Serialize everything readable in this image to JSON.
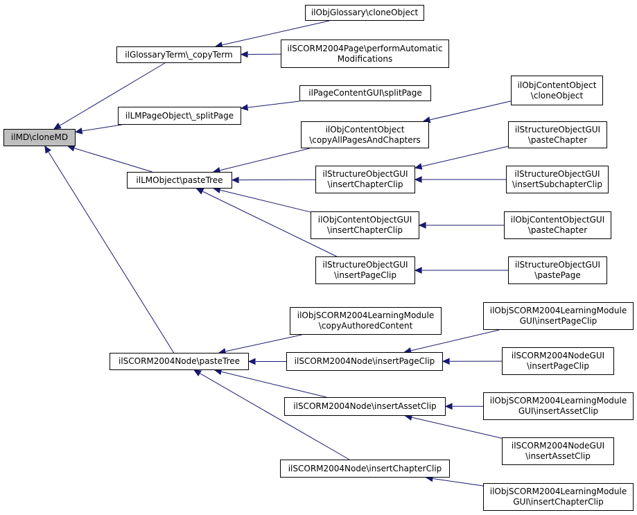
{
  "colors": {
    "edge": "#191970",
    "root_fill": "#bfbfbf",
    "node_border": "#000000"
  },
  "nodes": [
    {
      "id": "n0",
      "lines": [
        "ilMD\\cloneMD"
      ],
      "root": true
    },
    {
      "id": "n1",
      "lines": [
        "ilGlossaryTerm\\_copyTerm"
      ]
    },
    {
      "id": "n2",
      "lines": [
        "ilObjGlossary\\cloneObject"
      ]
    },
    {
      "id": "n3",
      "lines": [
        "ilSCORM2004Page\\performAutomatic",
        "Modifications"
      ]
    },
    {
      "id": "n4",
      "lines": [
        "ilLMPageObject\\_splitPage"
      ]
    },
    {
      "id": "n5",
      "lines": [
        "ilPageContentGUI\\splitPage"
      ]
    },
    {
      "id": "n6",
      "lines": [
        "ilLMObject\\pasteTree"
      ]
    },
    {
      "id": "n7",
      "lines": [
        "ilObjContentObject",
        "\\copyAllPagesAndChapters"
      ]
    },
    {
      "id": "n8",
      "lines": [
        "ilObjContentObject",
        "\\cloneObject"
      ]
    },
    {
      "id": "n9",
      "lines": [
        "ilStructureObjectGUI",
        "\\insertChapterClip"
      ]
    },
    {
      "id": "n10",
      "lines": [
        "ilStructureObjectGUI",
        "\\pasteChapter"
      ]
    },
    {
      "id": "n11",
      "lines": [
        "ilStructureObjectGUI",
        "\\insertSubchapterClip"
      ]
    },
    {
      "id": "n12",
      "lines": [
        "ilObjContentObjectGUI",
        "\\insertChapterClip"
      ]
    },
    {
      "id": "n13",
      "lines": [
        "ilObjContentObjectGUI",
        "\\pasteChapter"
      ]
    },
    {
      "id": "n14",
      "lines": [
        "ilStructureObjectGUI",
        "\\insertPageClip"
      ]
    },
    {
      "id": "n15",
      "lines": [
        "ilStructureObjectGUI",
        "\\pastePage"
      ]
    },
    {
      "id": "n16",
      "lines": [
        "ilSCORM2004Node\\pasteTree"
      ]
    },
    {
      "id": "n17",
      "lines": [
        "ilObjSCORM2004LearningModule",
        "\\copyAuthoredContent"
      ]
    },
    {
      "id": "n18",
      "lines": [
        "ilSCORM2004Node\\insertPageClip"
      ]
    },
    {
      "id": "n19",
      "lines": [
        "ilObjSCORM2004LearningModule",
        "GUI\\insertPageClip"
      ]
    },
    {
      "id": "n20",
      "lines": [
        "ilSCORM2004NodeGUI",
        "\\insertPageClip"
      ]
    },
    {
      "id": "n21",
      "lines": [
        "ilSCORM2004Node\\insertAssetClip"
      ]
    },
    {
      "id": "n22",
      "lines": [
        "ilObjSCORM2004LearningModule",
        "GUI\\insertAssetClip"
      ]
    },
    {
      "id": "n23",
      "lines": [
        "ilSCORM2004NodeGUI",
        "\\insertAssetClip"
      ]
    },
    {
      "id": "n24",
      "lines": [
        "ilSCORM2004Node\\insertChapterClip"
      ]
    },
    {
      "id": "n25",
      "lines": [
        "ilObjSCORM2004LearningModule",
        "GUI\\insertChapterClip"
      ]
    }
  ],
  "edges": [
    {
      "from": "n1",
      "to": "n0"
    },
    {
      "from": "n4",
      "to": "n0"
    },
    {
      "from": "n6",
      "to": "n0"
    },
    {
      "from": "n16",
      "to": "n0"
    },
    {
      "from": "n2",
      "to": "n1"
    },
    {
      "from": "n3",
      "to": "n1"
    },
    {
      "from": "n5",
      "to": "n4"
    },
    {
      "from": "n7",
      "to": "n6"
    },
    {
      "from": "n9",
      "to": "n6"
    },
    {
      "from": "n12",
      "to": "n6"
    },
    {
      "from": "n14",
      "to": "n6"
    },
    {
      "from": "n8",
      "to": "n7"
    },
    {
      "from": "n10",
      "to": "n9"
    },
    {
      "from": "n11",
      "to": "n9"
    },
    {
      "from": "n13",
      "to": "n12"
    },
    {
      "from": "n15",
      "to": "n14"
    },
    {
      "from": "n17",
      "to": "n16"
    },
    {
      "from": "n18",
      "to": "n16"
    },
    {
      "from": "n21",
      "to": "n16"
    },
    {
      "from": "n24",
      "to": "n16"
    },
    {
      "from": "n19",
      "to": "n18"
    },
    {
      "from": "n20",
      "to": "n18"
    },
    {
      "from": "n22",
      "to": "n21"
    },
    {
      "from": "n23",
      "to": "n21"
    },
    {
      "from": "n25",
      "to": "n24"
    }
  ]
}
